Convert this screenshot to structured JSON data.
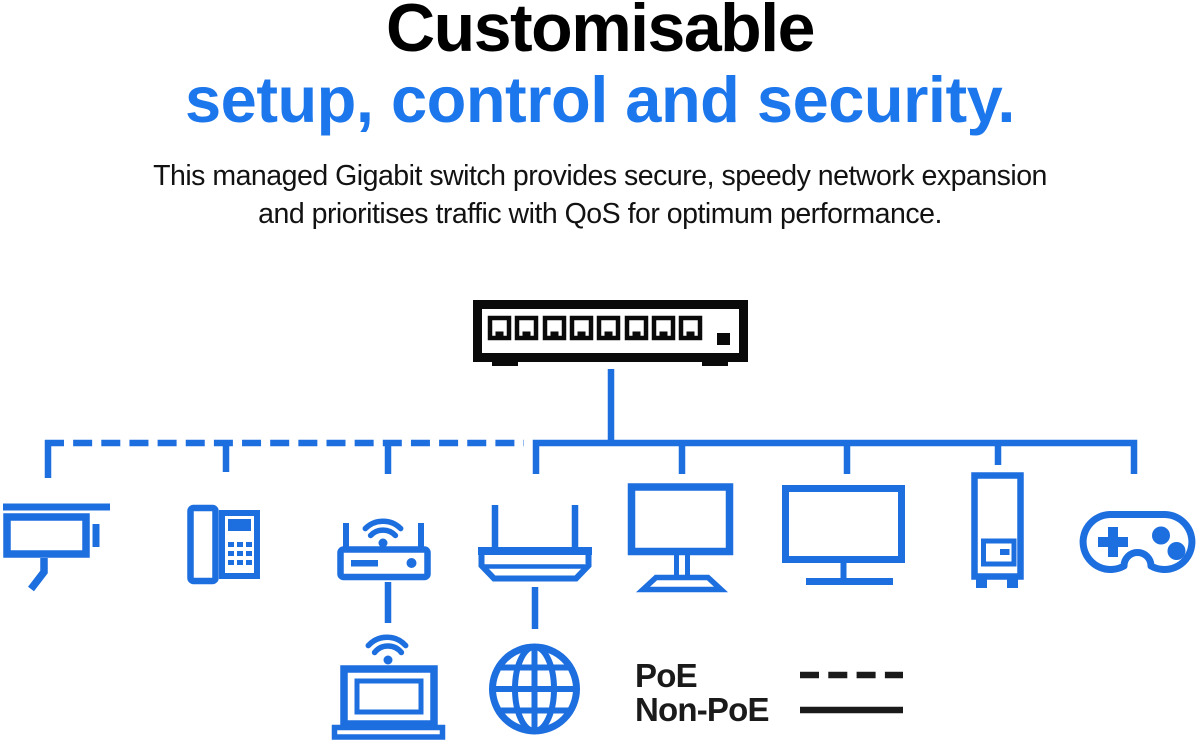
{
  "page": {
    "title": "Customisable",
    "subtitle": "setup, control and security.",
    "description": [
      "This managed Gigabit switch provides secure, speedy network expansion",
      "and prioritises traffic with QoS for optimum performance."
    ]
  },
  "legend": {
    "poe": "PoE",
    "non_poe": "Non-PoE",
    "poe_line_style": "dashed",
    "non_poe_line_style": "solid"
  },
  "colors": {
    "title_black": "#000000",
    "subtitle_blue": "#1c76ec",
    "diagram_blue": "#1d6edf",
    "switch_black": "#0a0a0a",
    "legend_black": "#1a1a1a",
    "background": "#ffffff"
  },
  "diagram": {
    "hub_icon": "network-switch-8-port",
    "poe_branch_devices": [
      "cctv-camera",
      "voip-phone",
      "wifi-router"
    ],
    "non_poe_branch_devices": [
      "wireless-access-point",
      "desktop-monitor",
      "tv-display",
      "nas-storage",
      "game-controller"
    ],
    "secondary_devices": [
      "wifi-laptop",
      "internet-globe"
    ]
  }
}
